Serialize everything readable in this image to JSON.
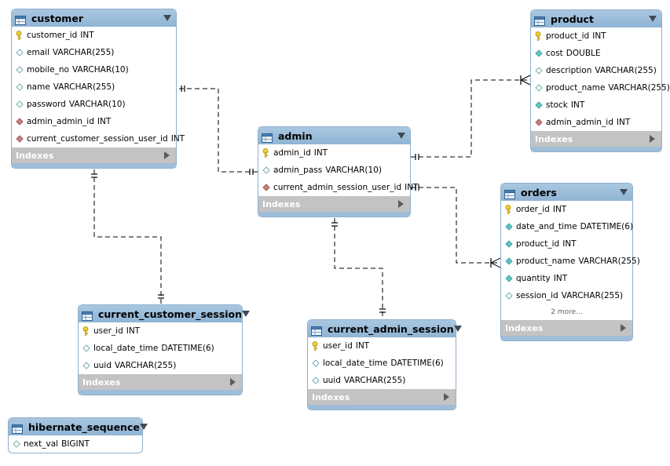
{
  "tables": [
    {
      "id": "customer",
      "name": "customer",
      "indexes_label": "Indexes",
      "columns": [
        {
          "name": "customer_id",
          "type": "INT",
          "key": "pk"
        },
        {
          "name": "email",
          "type": "VARCHAR(255)",
          "key": "nullable"
        },
        {
          "name": "mobile_no",
          "type": "VARCHAR(10)",
          "key": "nullable"
        },
        {
          "name": "name",
          "type": "VARCHAR(255)",
          "key": "nullable"
        },
        {
          "name": "password",
          "type": "VARCHAR(10)",
          "key": "nullable"
        },
        {
          "name": "admin_admin_id",
          "type": "INT",
          "key": "fk"
        },
        {
          "name": "current_customer_session_user_id",
          "type": "INT",
          "key": "fk"
        }
      ]
    },
    {
      "id": "product",
      "name": "product",
      "indexes_label": "Indexes",
      "columns": [
        {
          "name": "product_id",
          "type": "INT",
          "key": "pk"
        },
        {
          "name": "cost",
          "type": "DOUBLE",
          "key": "notnull"
        },
        {
          "name": "description",
          "type": "VARCHAR(255)",
          "key": "nullable"
        },
        {
          "name": "product_name",
          "type": "VARCHAR(255)",
          "key": "nullable"
        },
        {
          "name": "stock",
          "type": "INT",
          "key": "notnull"
        },
        {
          "name": "admin_admin_id",
          "type": "INT",
          "key": "fk"
        }
      ]
    },
    {
      "id": "admin",
      "name": "admin",
      "indexes_label": "Indexes",
      "columns": [
        {
          "name": "admin_id",
          "type": "INT",
          "key": "pk"
        },
        {
          "name": "admin_pass",
          "type": "VARCHAR(10)",
          "key": "nullable"
        },
        {
          "name": "current_admin_session_user_id",
          "type": "INT",
          "key": "fk"
        }
      ]
    },
    {
      "id": "orders",
      "name": "orders",
      "indexes_label": "Indexes",
      "more_label": "2 more...",
      "columns": [
        {
          "name": "order_id",
          "type": "INT",
          "key": "pk"
        },
        {
          "name": "date_and_time",
          "type": "DATETIME(6)",
          "key": "notnull"
        },
        {
          "name": "product_id",
          "type": "INT",
          "key": "notnull"
        },
        {
          "name": "product_name",
          "type": "VARCHAR(255)",
          "key": "notnull"
        },
        {
          "name": "quantity",
          "type": "INT",
          "key": "notnull"
        },
        {
          "name": "session_id",
          "type": "VARCHAR(255)",
          "key": "nullable"
        }
      ]
    },
    {
      "id": "current_customer_session",
      "name": "current_customer_session",
      "indexes_label": "Indexes",
      "columns": [
        {
          "name": "user_id",
          "type": "INT",
          "key": "pk"
        },
        {
          "name": "local_date_time",
          "type": "DATETIME(6)",
          "key": "nullable"
        },
        {
          "name": "uuid",
          "type": "VARCHAR(255)",
          "key": "nullable"
        }
      ]
    },
    {
      "id": "current_admin_session",
      "name": "current_admin_session",
      "indexes_label": "Indexes",
      "columns": [
        {
          "name": "user_id",
          "type": "INT",
          "key": "pk"
        },
        {
          "name": "local_date_time",
          "type": "DATETIME(6)",
          "key": "nullable"
        },
        {
          "name": "uuid",
          "type": "VARCHAR(255)",
          "key": "nullable"
        }
      ]
    },
    {
      "id": "hibernate_sequence",
      "name": "hibernate_sequence",
      "columns": [
        {
          "name": "next_val",
          "type": "BIGINT",
          "key": "nullable"
        }
      ]
    }
  ],
  "relationships": [
    {
      "name": "admin-customer",
      "from": "admin",
      "to": "customer",
      "from_end": "one",
      "to_end": "one"
    },
    {
      "name": "admin-product",
      "from": "admin",
      "to": "product",
      "from_end": "one",
      "to_end": "many"
    },
    {
      "name": "admin-orders",
      "from": "admin",
      "to": "orders",
      "from_end": "one",
      "to_end": "many"
    },
    {
      "name": "customer-current_customer_session",
      "from": "customer",
      "to": "current_customer_session",
      "from_end": "one",
      "to_end": "one"
    },
    {
      "name": "admin-current_admin_session",
      "from": "admin",
      "to": "current_admin_session",
      "from_end": "one",
      "to_end": "one"
    }
  ],
  "colors": {
    "header": "#9bbcd9",
    "border": "#8fb0cc",
    "indexes_bar": "#c3c3c3",
    "pk_key": "#f2d230",
    "fk_diamond": "#d08080",
    "notnull_diamond": "#5fc6c9",
    "nullable_diamond": "#ffffff",
    "connector": "#000000"
  },
  "icons": {
    "table": "table-icon",
    "pk": "key-icon",
    "fk": "fk-diamond-icon",
    "notnull": "filled-diamond-icon",
    "nullable": "hollow-diamond-icon",
    "collapse": "dropdown-arrow-icon",
    "indexes": "expand-arrow-icon"
  }
}
